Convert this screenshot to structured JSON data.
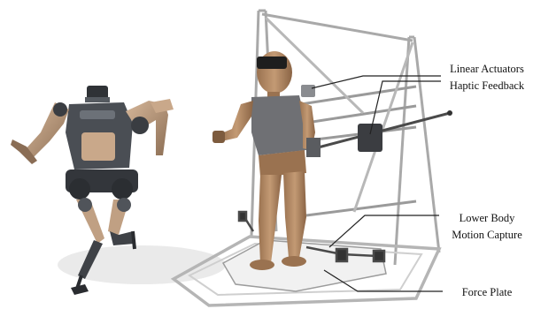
{
  "colors": {
    "mannequin": "#b08662",
    "mannequin_shadow": "#7d5b3e",
    "robot_dark": "#3a3d42",
    "robot_mid": "#6b6f75",
    "robot_tan": "#c9a88a",
    "frame": "#cfcfcf",
    "frame_edge": "#8f8f8f",
    "leader": "#222222"
  },
  "annotations": {
    "linear_actuators": "Linear Actuators",
    "haptic_feedback": "Haptic Feedback",
    "lower_body_line1": "Lower Body",
    "lower_body_line2": "Motion Capture",
    "force_plate": "Force Plate"
  }
}
